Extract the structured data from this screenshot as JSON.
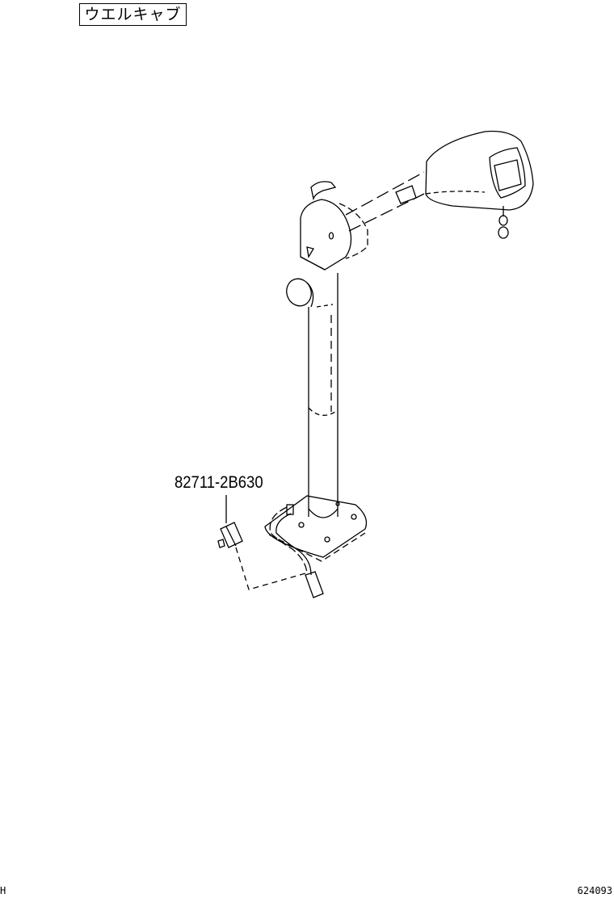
{
  "title_box": "ウエルキャブ",
  "parts": [
    {
      "part_number": "82711-2B630"
    }
  ],
  "footer": {
    "left_code": "H",
    "figure_number": "624093"
  }
}
